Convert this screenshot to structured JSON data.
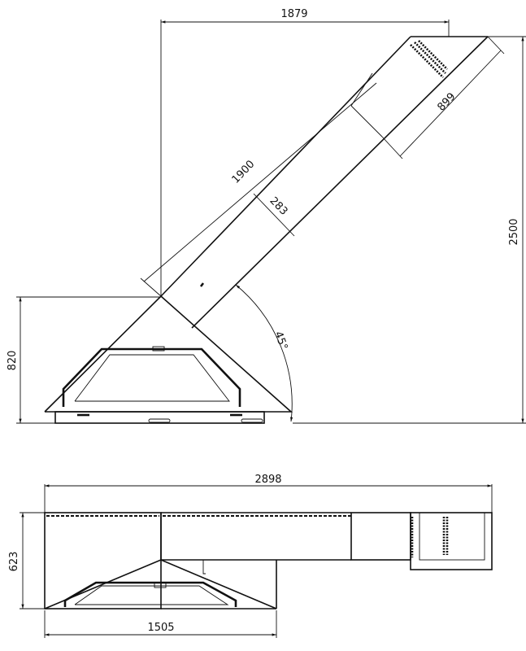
{
  "side_view": {
    "dimensions": {
      "horizontal_offset": "1879",
      "total_height": "2500",
      "hood_height": "820",
      "flue_length": "1900",
      "flue_width": "283",
      "top_section": "899",
      "angle": "45°"
    }
  },
  "top_view": {
    "dimensions": {
      "total_length": "2898",
      "depth": "623",
      "hood_width": "1505"
    }
  }
}
